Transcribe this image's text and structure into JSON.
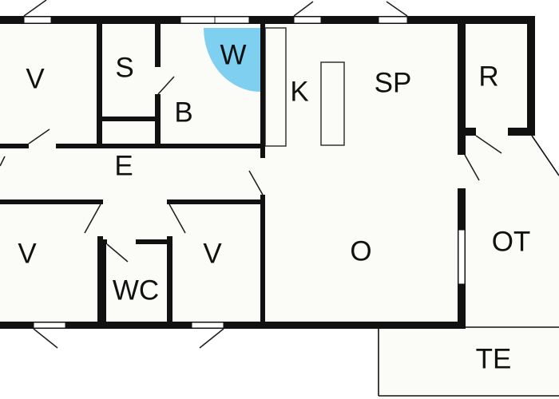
{
  "colors": {
    "background": "#ffffff",
    "floor": "#fbfcf7",
    "wall": "#111111",
    "window": "#ffffff",
    "door_swing": "#222222",
    "whirlpool": "#7fcff0"
  },
  "rooms": {
    "bedroom_top_left": "V",
    "storage": "S",
    "whirlpool": "W",
    "bathroom": "B",
    "kitchen": "K",
    "dining": "SP",
    "technical_room": "R",
    "entrance": "E",
    "bedroom_bottom_left": "V",
    "toilet": "WC",
    "bedroom_bottom_middle": "V",
    "living_room": "O",
    "covered_terrace": "OT",
    "terrace": "TE"
  }
}
